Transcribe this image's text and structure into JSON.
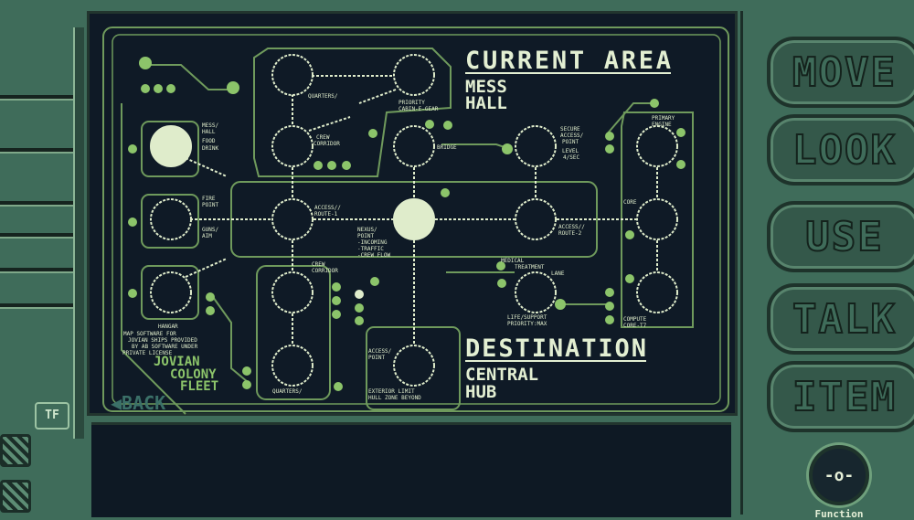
{
  "current_area": {
    "heading": "CURRENT AREA",
    "line1": "MESS",
    "line2": "HALL"
  },
  "destination": {
    "heading": "DESTINATION",
    "line1": "CENTRAL",
    "line2": "HUB"
  },
  "map_labels": {
    "quarters_top": "QUARTERS/",
    "priority_1": "PRIORITY",
    "priority_2": "CABIN-E-GEAR",
    "mess_1": "MESS/",
    "mess_2": "HALL",
    "mess_3": "FOOD",
    "mess_4": "DRINK",
    "crew_corridor_1": "CREW",
    "crew_corridor_2": "CORRIDOR",
    "bridge": "BRIDGE",
    "secure_1": "SECURE",
    "secure_2": "ACCESS/",
    "secure_3": "POINT",
    "level_1": "LEVEL",
    "level_2": "4/SEC",
    "primary_engine_1": "PRIMARY",
    "primary_engine_2": "ENGINE",
    "fire_1": "FIRE",
    "fire_2": "POINT",
    "guns_1": "GUNS/",
    "guns_2": "AIM",
    "access_route_1a": "ACCESS//",
    "access_route_1b": "ROUTE-1",
    "nexus_1": "NEXUS/",
    "nexus_2": "POINT",
    "nexus_3": "-INCOMING",
    "nexus_4": "-TRAFFIC",
    "nexus_5": "-CREW FLOW",
    "access_route_2a": "ACCESS//",
    "access_route_2b": "ROUTE-2",
    "core": "CORE",
    "crew_corridor_low_1": "CREW",
    "crew_corridor_low_2": "CORRIDOR",
    "medical_1": "MEDICAL",
    "medical_2": "TREATMENT",
    "medical_3": "LANE",
    "life_support_1": "LIFE/SUPPORT",
    "life_support_2": "PRIORITY:MAX",
    "compute_1": "COMPUTE",
    "compute_2": "CORE-T7",
    "hangar": "HANGAR",
    "quarters_low": "QUARTERS/",
    "access_point_1": "ACCESS/",
    "access_point_2": "POINT",
    "exterior_1": "EXTERIOR LIMIT",
    "exterior_2": "HULL ZONE BEYOND"
  },
  "credits": {
    "line1": "MAP SOFTWARE FOR",
    "line2": "JOVIAN SHIPS PROVIDED",
    "line3": "BY AB SOFTWARE UNDER",
    "line4": "PRIVATE LICENSE",
    "brand1": "JOVIAN",
    "brand2": "COLONY",
    "brand3": "FLEET"
  },
  "back_label": "◀BACK",
  "commands": [
    "MOVE",
    "LOOK",
    "USE",
    "TALK",
    "ITEM"
  ],
  "function_button": {
    "symbol": "-o-",
    "label": "Function"
  },
  "frame_logo": "TF",
  "colors": {
    "screen_bg": "#0f1a26",
    "line": "#6f9a5c",
    "node_light": "#dfeccb",
    "dot": "#8cc46a",
    "frame": "#3f6c5a"
  }
}
